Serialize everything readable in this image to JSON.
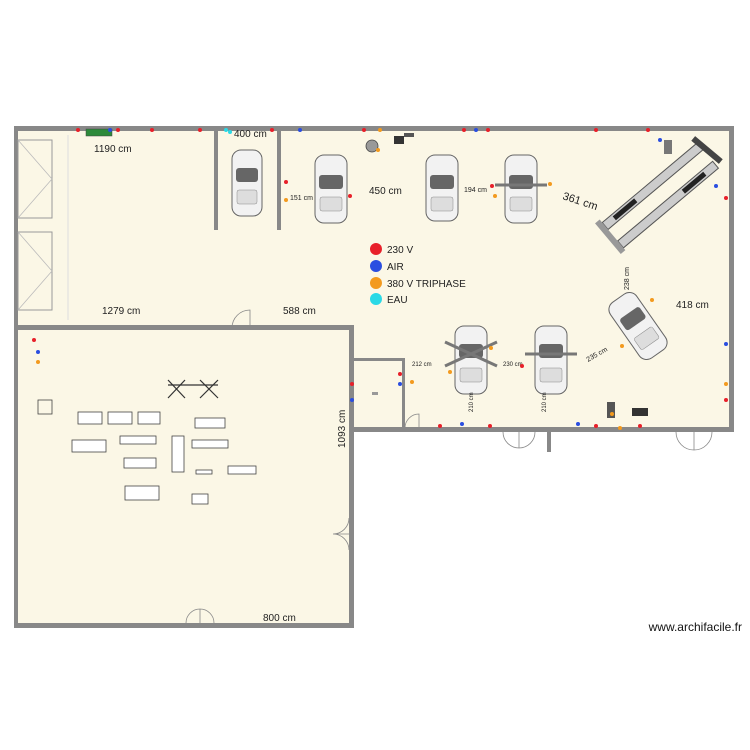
{
  "legend": {
    "items": [
      {
        "label": "230 V",
        "color": "#e8202a"
      },
      {
        "label": "AIR",
        "color": "#2a4ee0"
      },
      {
        "label": "380 V TRIPHASE",
        "color": "#f39a1e"
      },
      {
        "label": "EAU",
        "color": "#2ad9e6"
      }
    ]
  },
  "dimensions": {
    "d1190": "1190 cm",
    "d400": "400 cm",
    "d450": "450 cm",
    "d361": "361 cm",
    "d1279": "1279 cm",
    "d588": "588 cm",
    "d418": "418 cm",
    "d1093": "1093 cm",
    "d800": "800 cm",
    "d194": "194 cm",
    "d151": "151 cm",
    "d238": "238 cm",
    "d235": "235 cm",
    "d212": "212 cm",
    "d230": "230 cm",
    "d210a": "210 cm",
    "d210b": "210 cm"
  },
  "watermark": "www.archifacile.fr",
  "colors": {
    "wall": "#888888",
    "floor": "#fbf7e6",
    "red": "#e8202a",
    "blue": "#2a4ee0",
    "orange": "#f39a1e",
    "cyan": "#2ad9e6"
  }
}
